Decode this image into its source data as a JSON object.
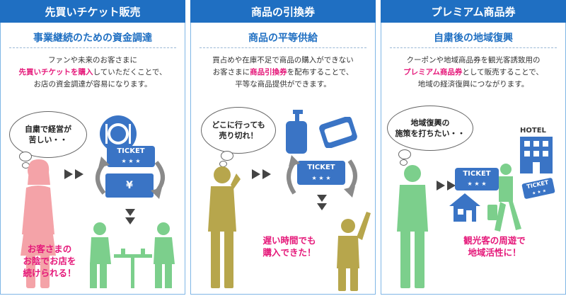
{
  "panels": [
    {
      "header": "先買いチケット販売",
      "subtitle": "事業継続のための資金調達",
      "desc_l1": "ファンや未来のお客さまに",
      "desc_l2_hl": "先買いチケットを購入",
      "desc_l2_rest": "していただくことで、",
      "desc_l3": "お店の資金調達が容易になります。",
      "bubble_l1": "自粛で経営が",
      "bubble_l2": "苦しい・・",
      "ticket_label": "TICKET",
      "ticket_stars": "★ ★ ★",
      "yen_label": "¥",
      "callout_l1": "お客さまの",
      "callout_l2": "お陰でお店を",
      "callout_l3": "続けられる！"
    },
    {
      "header": "商品の引換券",
      "subtitle": "商品の平等供給",
      "desc_l1": "買占めや在庫不足で商品の購入ができない",
      "desc_l2_pre": "お客さまに",
      "desc_l2_hl": "商品引換券",
      "desc_l2_rest": "を配布することで、",
      "desc_l3": "平等な商品提供ができます。",
      "bubble_l1": "どこに行っても",
      "bubble_l2": "売り切れ！",
      "ticket_label": "TICKET",
      "ticket_stars": "★ ★ ★",
      "callout_l1": "遅い時間でも",
      "callout_l2": "購入できた！"
    },
    {
      "header": "プレミアム商品券",
      "subtitle": "自粛後の地域復興",
      "desc_l1": "クーポンや地域商品券を観光客誘致用の",
      "desc_l2_hl": "プレミアム商品券",
      "desc_l2_rest": "として販売することで、",
      "desc_l3": "地域の経済復興につながります。",
      "bubble_l1": "地域復興の",
      "bubble_l2": "施策を打ちたい・・",
      "hotel_label": "HOTEL",
      "ticket_label": "TICKET",
      "ticket_stars": "★ ★ ★",
      "callout_l1": "観光客の周遊で",
      "callout_l2": "地域活性に！"
    }
  ],
  "colors": {
    "header_bg": "#1f6fc2",
    "accent_pink": "#e5197a",
    "figure_pink": "#f4a3a8",
    "figure_olive": "#b7a64c",
    "figure_green": "#7ccf8c",
    "icon_blue": "#3a74c5"
  }
}
